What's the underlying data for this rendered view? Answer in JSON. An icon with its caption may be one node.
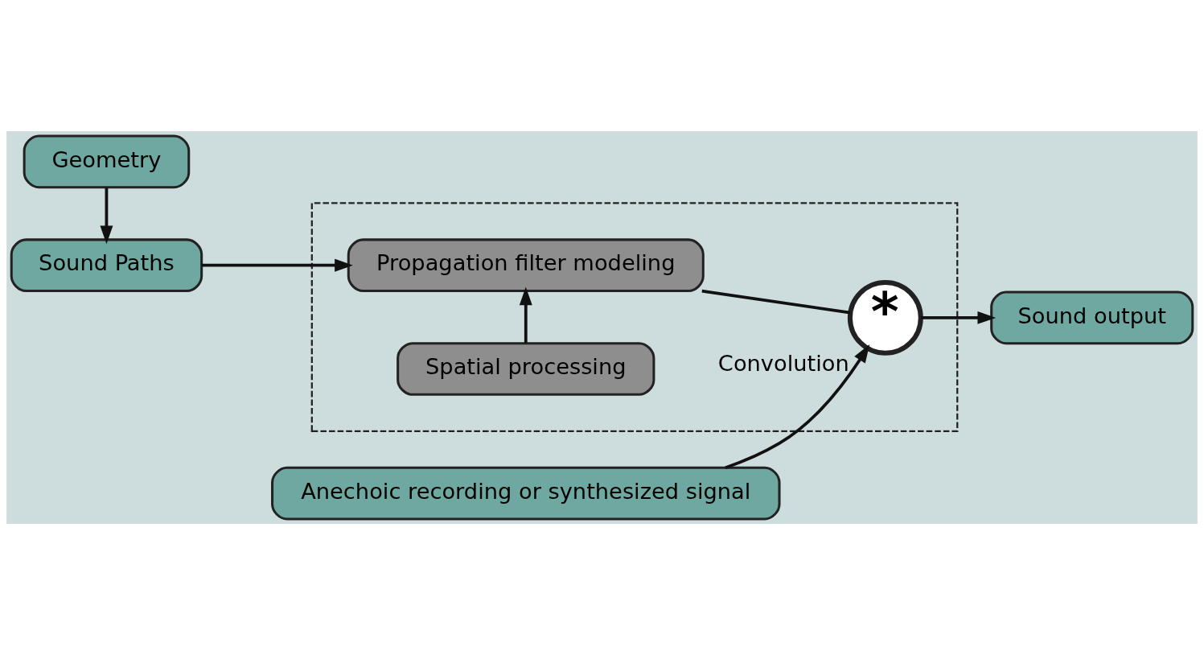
{
  "diagram": {
    "nodes": [
      {
        "text": [
          "Geometry"
        ]
      },
      {
        "text": [
          "Sound Paths"
        ]
      },
      {
        "text": [],
        "shape": "box"
      },
      {
        "text": [
          "Propagation filter modeling"
        ],
        "in": 2
      },
      {
        "text": [
          "Spatial processing"
        ],
        "in": 2
      },
      {
        "text": [
          "*"
        ],
        "beside": [
          "Convolution"
        ],
        "in": 2
      },
      {
        "text": [
          "Sound output"
        ]
      },
      {
        "text": [
          "Anechoic recording or synthesized signal"
        ]
      }
    ],
    "edges": [
      {
        "from": 0,
        "to": 1,
        "arrow": "to"
      },
      {
        "from": 1,
        "to": 3,
        "arrow": "to"
      },
      {
        "from": 4,
        "to": 3,
        "arrow": "to"
      },
      {
        "from": 3,
        "to": 5,
        "arrow": "none"
      },
      {
        "from": 5,
        "to": 6,
        "arrow": "to"
      },
      {
        "from": 7,
        "to": 5,
        "arrow": "to"
      }
    ]
  }
}
